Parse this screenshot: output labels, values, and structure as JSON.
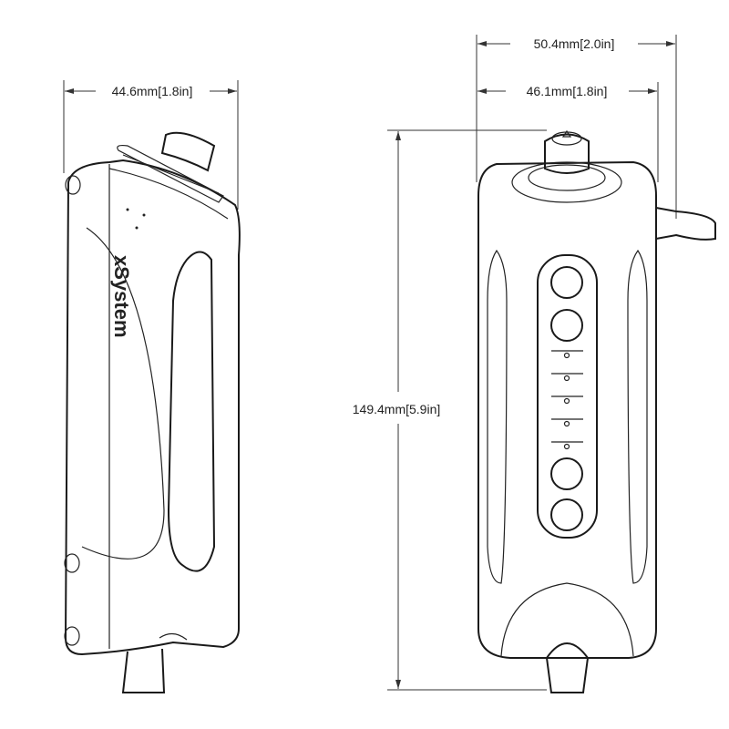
{
  "dimensions": {
    "side_width": "44.6mm[1.8in]",
    "front_total_width": "50.4mm[2.0in]",
    "front_body_width": "46.1mm[1.8in]",
    "height": "149.4mm[5.9in]"
  },
  "brand_logo": "xSystem"
}
